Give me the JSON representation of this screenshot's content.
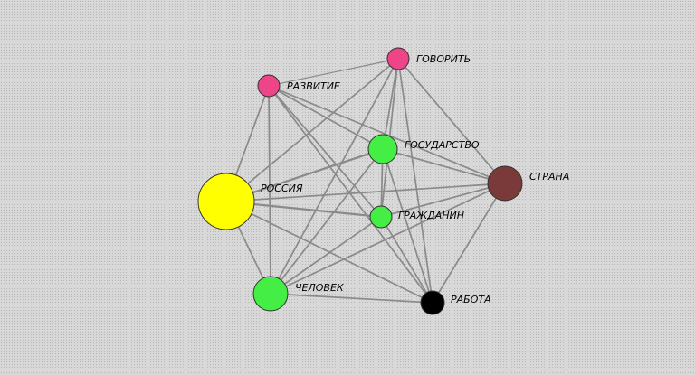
{
  "graph": {
    "nodes": [
      {
        "id": "govorit",
        "label": "ГОВОРИТЬ",
        "color": "#ee4488",
        "weight": 1
      },
      {
        "id": "razvitie",
        "label": "РАЗВИТИЕ",
        "color": "#ee4488",
        "weight": 1
      },
      {
        "id": "gosudarstvo",
        "label": "ГОСУДАРСТВО",
        "color": "#44ee44",
        "weight": 2
      },
      {
        "id": "strana",
        "label": "СТРАНА",
        "color": "#7a3a3a",
        "weight": 3
      },
      {
        "id": "rossiya",
        "label": "РОССИЯ",
        "color": "#ffff00",
        "weight": 5
      },
      {
        "id": "grazhdanin",
        "label": "ГРАЖДАНИН",
        "color": "#44ee44",
        "weight": 1
      },
      {
        "id": "chelovek",
        "label": "ЧЕЛОВЕК",
        "color": "#44ee44",
        "weight": 3
      },
      {
        "id": "rabota",
        "label": "РАБОТА",
        "color": "#000000",
        "weight": 1
      }
    ],
    "edges": [
      [
        "govorit",
        "razvitie",
        1
      ],
      [
        "govorit",
        "rossiya",
        2
      ],
      [
        "govorit",
        "gosudarstvo",
        2
      ],
      [
        "govorit",
        "grazhdanin",
        2
      ],
      [
        "govorit",
        "chelovek",
        2
      ],
      [
        "govorit",
        "strana",
        2
      ],
      [
        "govorit",
        "rabota",
        2
      ],
      [
        "razvitie",
        "rossiya",
        2
      ],
      [
        "razvitie",
        "chelovek",
        2
      ],
      [
        "razvitie",
        "gosudarstvo",
        2
      ],
      [
        "razvitie",
        "grazhdanin",
        2
      ],
      [
        "razvitie",
        "strana",
        2
      ],
      [
        "razvitie",
        "rabota",
        2
      ],
      [
        "gosudarstvo",
        "rossiya",
        3
      ],
      [
        "gosudarstvo",
        "strana",
        2
      ],
      [
        "gosudarstvo",
        "chelovek",
        2
      ],
      [
        "gosudarstvo",
        "grazhdanin",
        2
      ],
      [
        "gosudarstvo",
        "rabota",
        2
      ],
      [
        "rossiya",
        "strana",
        2
      ],
      [
        "rossiya",
        "grazhdanin",
        3
      ],
      [
        "rossiya",
        "chelovek",
        2
      ],
      [
        "rossiya",
        "rabota",
        2
      ],
      [
        "strana",
        "grazhdanin",
        2
      ],
      [
        "strana",
        "chelovek",
        2
      ],
      [
        "strana",
        "rabota",
        2
      ],
      [
        "grazhdanin",
        "chelovek",
        2
      ],
      [
        "grazhdanin",
        "rabota",
        2
      ],
      [
        "chelovek",
        "rabota",
        2
      ]
    ]
  }
}
